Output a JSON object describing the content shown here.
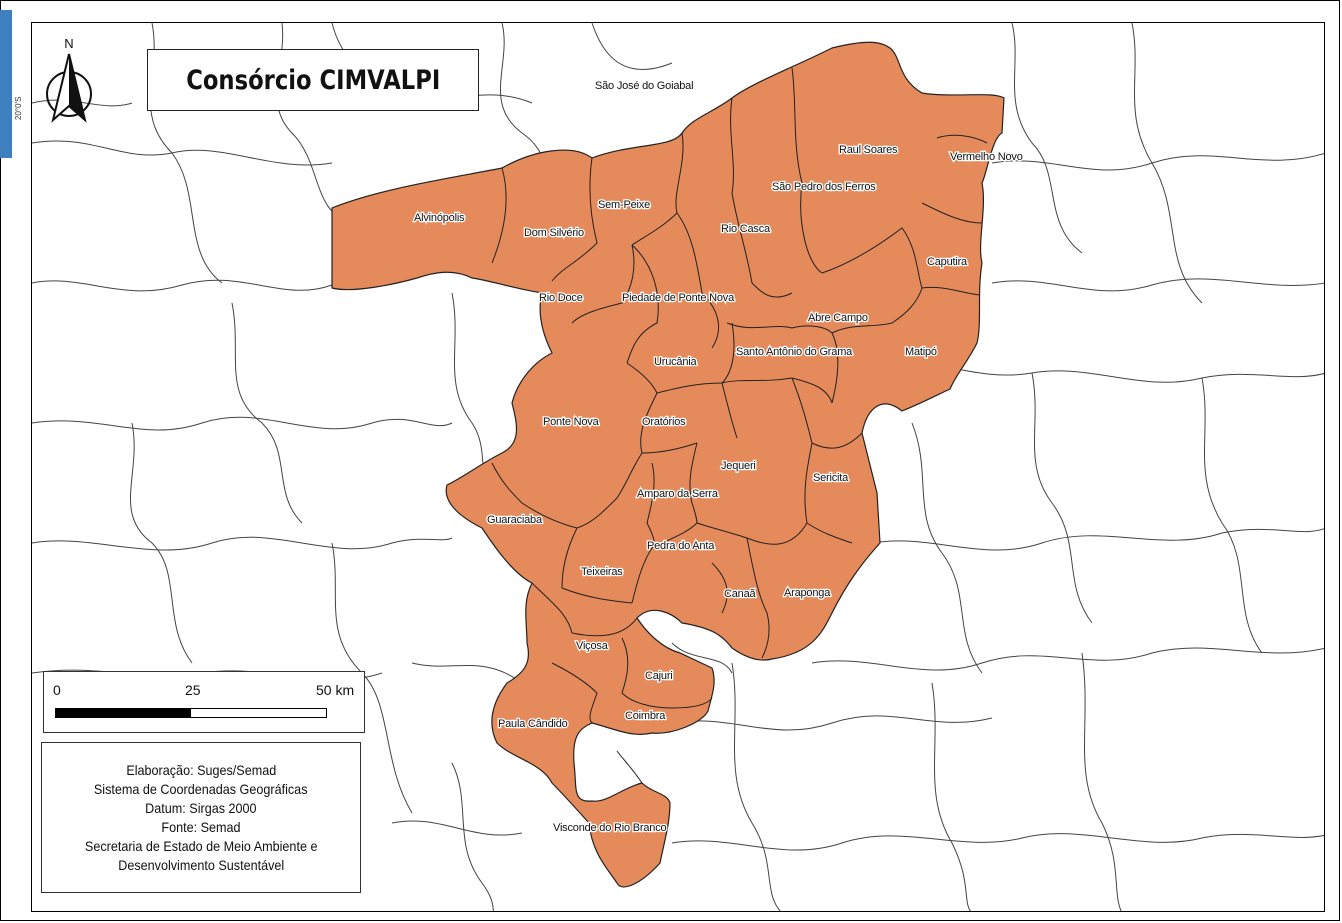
{
  "title": "Consórcio CIMVALPI",
  "north_label": "N",
  "latitude_label": "20°0'S",
  "scale": {
    "labels": [
      "0",
      "25",
      "50 km"
    ],
    "filled_fraction": 0.5
  },
  "info": [
    "Elaboração: Suges/Semad",
    "Sistema de Coordenadas Geográficas",
    "Datum: Sirgas 2000",
    "Fonte: Semad",
    "Secretaria de Estado de Meio Ambiente e",
    "Desenvolvimento Sustentável"
  ],
  "colors": {
    "region_fill": "#e58a5b",
    "border": "#222222",
    "accent": "#3d7fbf"
  },
  "municipalities": [
    "São José do Goiabal",
    "Raul Soares",
    "Vermelho Novo",
    "São Pedro dos Ferros",
    "Alvinópolis",
    "Sem-Peixe",
    "Dom Silvério",
    "Rio Casca",
    "Caputira",
    "Rio Doce",
    "Piedade de Ponte Nova",
    "Abre Campo",
    "Santo Antônio do Grama",
    "Matipó",
    "Urucânia",
    "Ponte Nova",
    "Oratórios",
    "Jequeri",
    "Sericita",
    "Amparo da Serra",
    "Guaraciaba",
    "Pedra do Anta",
    "Teixeiras",
    "Canaã",
    "Araponga",
    "Viçosa",
    "Cajuri",
    "Coimbra",
    "Paula Cândido",
    "Visconde do Rio Branco"
  ]
}
